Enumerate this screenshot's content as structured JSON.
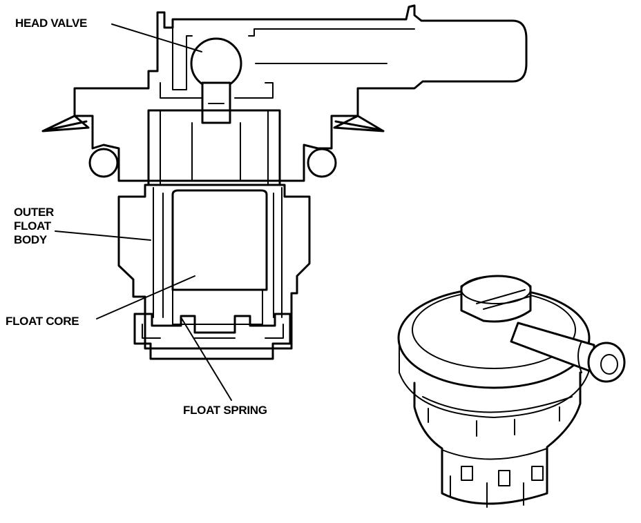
{
  "labels": {
    "head_valve": "HEAD VALVE",
    "outer_float_body_1": "OUTER",
    "outer_float_body_2": "FLOAT",
    "outer_float_body_3": "BODY",
    "float_core": "FLOAT CORE",
    "float_spring": "FLOAT SPRING"
  }
}
